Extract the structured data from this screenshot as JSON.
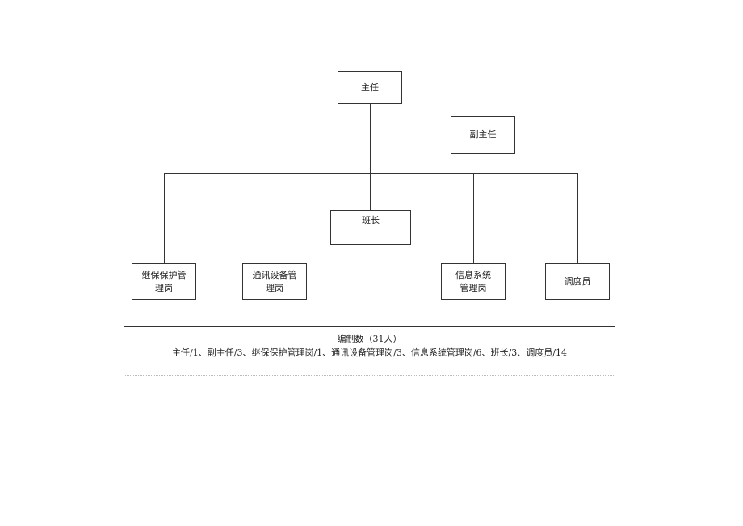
{
  "nodes": {
    "director": "主任",
    "deputy_director": "副主任",
    "team_leader": "班长",
    "relay_protection": [
      "继保保护管",
      "理岗"
    ],
    "communication_equipment": [
      "通讯设备管",
      "理岗"
    ],
    "information_system": [
      "信息系统",
      "管理岗"
    ],
    "dispatcher": "调度员"
  },
  "staffing": {
    "title": "编制数（31人）",
    "detail": "主任/1、副主任/3、继保保护管理岗/1、通讯设备管理岗/3、信息系统管理岗/6、班长/3、调度员/14"
  }
}
